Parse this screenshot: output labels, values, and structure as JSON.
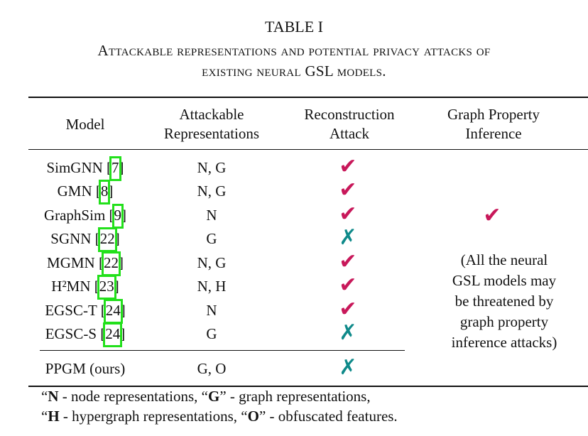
{
  "caption": {
    "label": "TABLE I",
    "line1": "Attackable representations and potential privacy attacks of",
    "line2": "existing neural GSL models."
  },
  "headers": {
    "model": "Model",
    "attackable_1": "Attackable",
    "attackable_2": "Representations",
    "recon_1": "Reconstruction",
    "recon_2": "Attack",
    "gpi_1": "Graph Property",
    "gpi_2": "Inference"
  },
  "rows": [
    {
      "model": "SimGNN",
      "ref": "7",
      "reps": "N, G",
      "attack": "check"
    },
    {
      "model": "GMN",
      "ref": "8",
      "reps": "N, G",
      "attack": "check"
    },
    {
      "model": "GraphSim",
      "ref": "9",
      "reps": "N",
      "attack": "check"
    },
    {
      "model": "SGNN",
      "ref": "22",
      "reps": "G",
      "attack": "cross"
    },
    {
      "model": "MGMN",
      "ref": "22",
      "reps": "N, G",
      "attack": "check"
    },
    {
      "model": "H²MN",
      "ref": "23",
      "reps": "N, H",
      "attack": "check"
    },
    {
      "model": "EGSC-T",
      "ref": "24",
      "reps": "N",
      "attack": "check"
    },
    {
      "model": "EGSC-S",
      "ref": "24",
      "reps": "G",
      "attack": "cross"
    },
    {
      "model": "PPGM (ours)",
      "ref": "",
      "reps": "G, O",
      "attack": "cross"
    }
  ],
  "gpi_column": {
    "mark": "check",
    "note_lines": [
      "(All the neural",
      "GSL models may",
      "be threatened by",
      "graph property",
      "inference attacks)"
    ]
  },
  "symbols": {
    "check": "✔",
    "cross": "✗"
  },
  "colors": {
    "check": "#c8185a",
    "cross": "#0f8a8a",
    "highlight": "#22e01b"
  },
  "footnotes": {
    "line1": {
      "k1": "N",
      "t1": " - node representations, “",
      "k2": "G",
      "t2": "” - graph representations,"
    },
    "line2": {
      "k1": "H",
      "t1": " - hypergraph representations, “",
      "k2": "O",
      "t2": "” - obfuscated features."
    }
  }
}
